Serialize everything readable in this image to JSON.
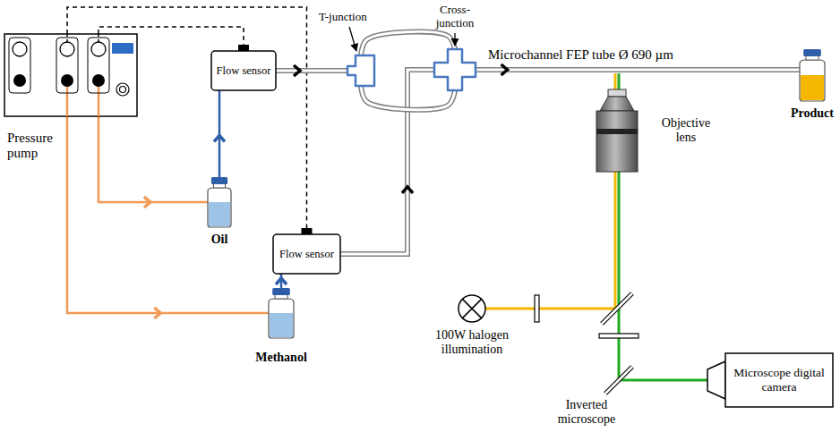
{
  "diagram": {
    "nodes": [
      {
        "text": [
          "Pressure pump"
        ]
      },
      {
        "text": [
          "Flow sensor"
        ]
      },
      {
        "text": [
          "Oil"
        ]
      },
      {
        "text": [
          "T-junction"
        ]
      },
      {
        "text": [
          "Cross-junction"
        ]
      },
      {
        "text": [
          "Product"
        ]
      },
      {
        "text": [
          "Objective lens"
        ]
      },
      {
        "text": [
          "Flow sensor"
        ]
      },
      {
        "text": [
          "Methanol"
        ]
      },
      {
        "text": [
          "100W halogen illumination"
        ]
      },
      {
        "text": [
          "Microscope digital camera"
        ]
      }
    ],
    "edges": [
      {
        "from": 0,
        "to": 1,
        "arrow": "none"
      },
      {
        "from": 0,
        "to": 7,
        "arrow": "none"
      },
      {
        "from": 0,
        "to": 2,
        "arrow": "to"
      },
      {
        "from": 0,
        "to": 8,
        "arrow": "to"
      },
      {
        "from": 2,
        "to": 1,
        "arrow": "to"
      },
      {
        "from": 8,
        "to": 7,
        "arrow": "to"
      },
      {
        "from": 1,
        "to": 3,
        "arrow": "to"
      },
      {
        "from": 7,
        "to": 4,
        "arrow": "to"
      },
      {
        "from": 3,
        "to": 4,
        "arrow": "none"
      },
      {
        "from": 3,
        "to": 4,
        "arrow": "none"
      },
      {
        "from": 4,
        "to": 5,
        "arrow": "to"
      },
      {
        "from": 9,
        "to": 6,
        "arrow": "none"
      },
      {
        "from": 6,
        "to": 10,
        "arrow": "none"
      }
    ],
    "labels": [
      "Microchannel FEP tube Ø 690 µm",
      "Inverted microscope"
    ]
  }
}
